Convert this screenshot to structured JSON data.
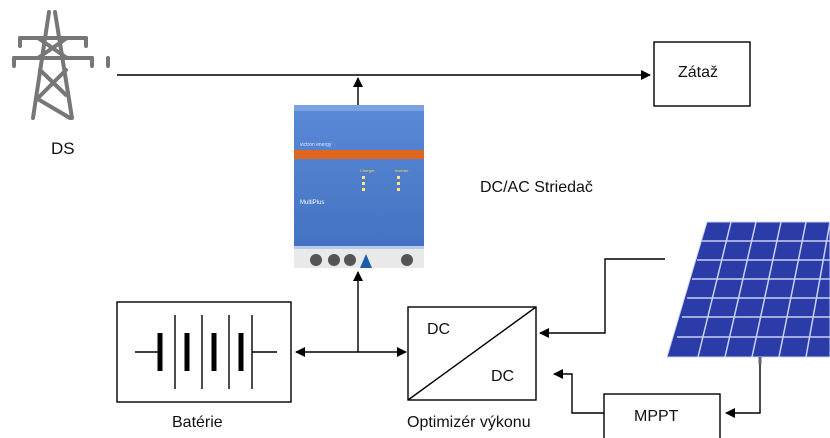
{
  "labels": {
    "grid": "DS",
    "load": "Zátaž",
    "inverter": "DC/AC Striedač",
    "battery": "Batérie",
    "optimizer": "Optimizér výkonu",
    "optimizer_dc_in": "DC",
    "optimizer_dc_out": "DC",
    "mppt": "MPPT"
  },
  "inverter_device": {
    "brand": "victron energy",
    "model": "MultiPlus",
    "panel_left": "Charger",
    "panel_right": "Inverter"
  },
  "colors": {
    "line": "#000000",
    "inverter_body": "#4f7fcf",
    "inverter_stripe": "#e0651e",
    "solar_cell": "#2b3ca8",
    "solar_grid": "#c8d2f0",
    "pylon": "#777777"
  }
}
